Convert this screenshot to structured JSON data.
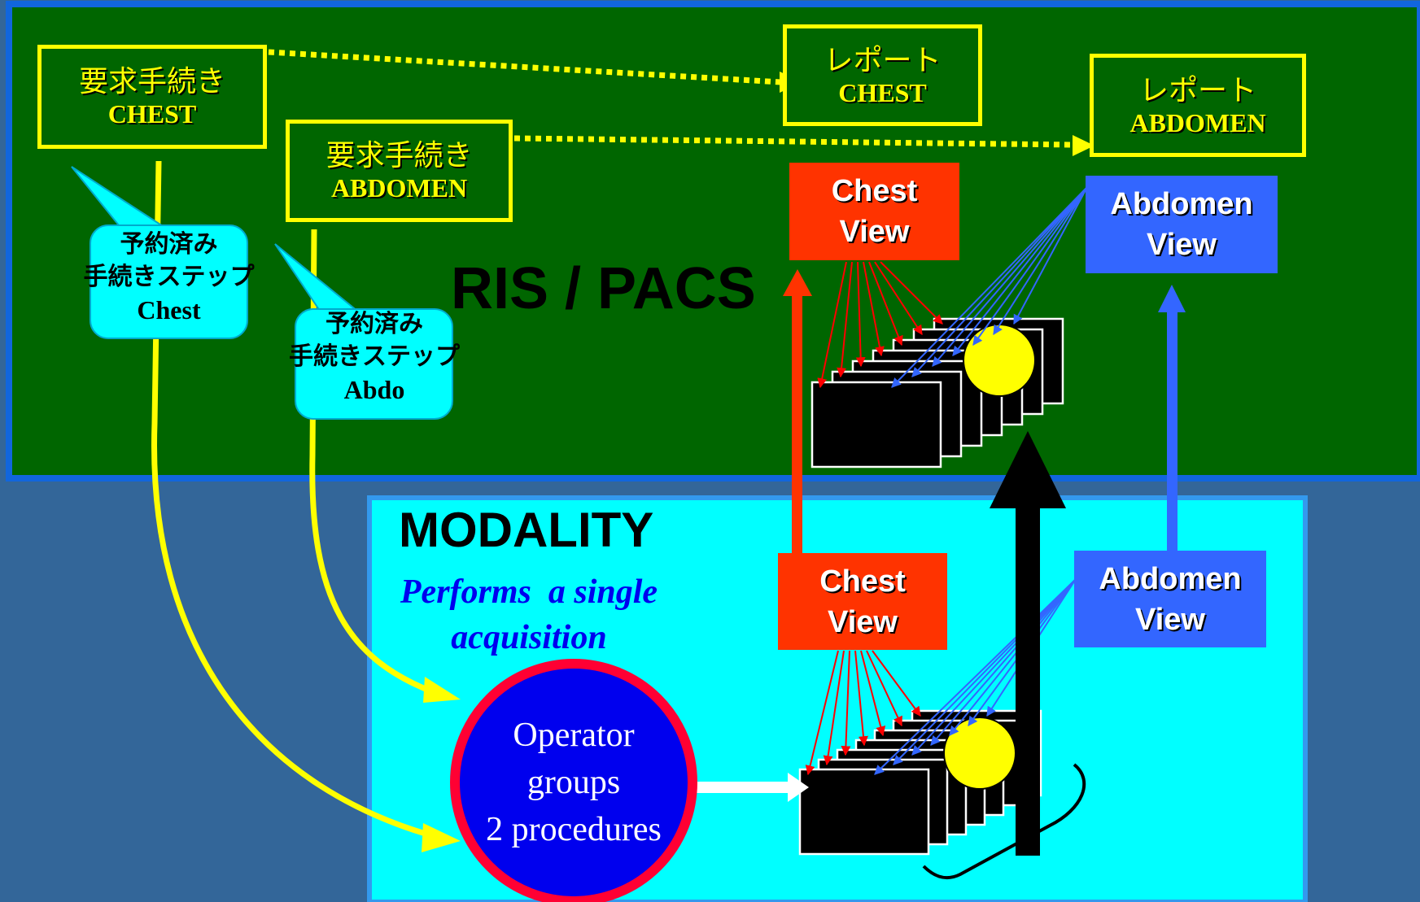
{
  "ris_pacs": {
    "title": "RIS / PACS",
    "request_chest": {
      "line1": "要求手続き",
      "line2": "CHEST"
    },
    "request_abdomen": {
      "line1": "要求手続き",
      "line2": "ABDOMEN"
    },
    "report_chest": {
      "line1": "レポート",
      "line2": "CHEST"
    },
    "report_abdomen": {
      "line1": "レポート",
      "line2": "ABDOMEN"
    },
    "callout_chest": {
      "line1": "予約済み",
      "line2": "手続きステップ",
      "line3": "Chest"
    },
    "callout_abdo": {
      "line1": "予約済み",
      "line2": "手続きステップ",
      "line3": "Abdo"
    },
    "chest_view": {
      "line1": "Chest",
      "line2": "View"
    },
    "abdomen_view": {
      "line1": "Abdomen",
      "line2": "View"
    }
  },
  "modality": {
    "title": "MODALITY",
    "subtitle": {
      "line1": "Performs  a single",
      "line2": "acquisition"
    },
    "operator": {
      "line1": "Operator",
      "line2": "groups",
      "line3": "2 procedures"
    },
    "chest_view": {
      "line1": "Chest",
      "line2": "View"
    },
    "abdomen_view": {
      "line1": "Abdomen",
      "line2": "View"
    }
  },
  "colors": {
    "background": "#336699",
    "ris_pacs_panel": "#006600",
    "modality_panel": "#00ffff",
    "request_outline": "#ffff00",
    "chest_view": "#ff3300",
    "abdomen_view": "#3366ff",
    "operator_fill": "#0000ee",
    "operator_ring": "#ff0033"
  }
}
